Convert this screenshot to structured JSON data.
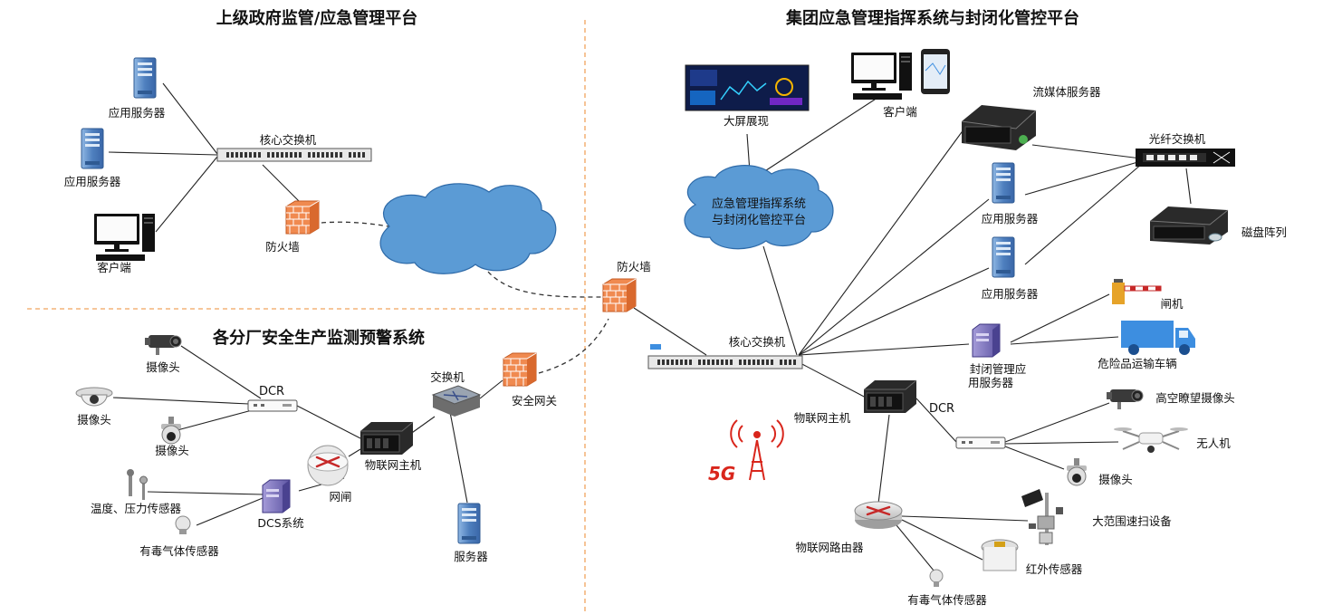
{
  "titles": {
    "top_left": "上级政府监管/应急管理平台",
    "right": "集团应急管理指挥系统与封闭化管控平台",
    "bottom_left": "各分厂安全生产监测预警系统"
  },
  "upper_left": {
    "server1": "应用服务器",
    "server2": "应用服务器",
    "client": "客户端",
    "core_switch": "核心交换机",
    "firewall": "防火墙"
  },
  "lower_left": {
    "camera1": "摄像头",
    "camera2": "摄像头",
    "camera3": "摄像头",
    "dcr": "DCR",
    "switch": "交换机",
    "gateway": "安全网关",
    "iot_host": "物联网主机",
    "netgate": "网闸",
    "dcs": "DCS系统",
    "temp_sensor": "温度、压力传感器",
    "toxic_sensor": "有毒气体传感器",
    "server": "服务器"
  },
  "middle": {
    "firewall": "防火墙"
  },
  "right": {
    "big_screen": "大屏展现",
    "client": "客户端",
    "stream_server": "流媒体服务器",
    "fiber_switch": "光纤交换机",
    "disk_array": "磁盘阵列",
    "app_server1": "应用服务器",
    "app_server2": "应用服务器",
    "cloud_line1": "应急管理指挥系统",
    "cloud_line2": "与封闭化管控平台",
    "core_switch": "核心交换机",
    "gate": "闸机",
    "truck": "危险品运输车辆",
    "closed_server_line1": "封闭管理应",
    "closed_server_line2": "用服务器",
    "iot_host": "物联网主机",
    "dcr": "DCR",
    "hq_camera": "高空瞭望摄像头",
    "drone": "无人机",
    "camera": "摄像头",
    "iot_router": "物联网路由器",
    "scanner": "大范围速扫设备",
    "ir_sensor": "红外传感器",
    "toxic_sensor": "有毒气体传感器",
    "fiveg": "5G"
  },
  "colors": {
    "cloud": "#5b9bd5",
    "divider": "#f0a35e",
    "server": "#6a9bd0",
    "firewall": "#f08a50",
    "truck": "#3d8ee0",
    "fiveg": "#d9261c"
  }
}
